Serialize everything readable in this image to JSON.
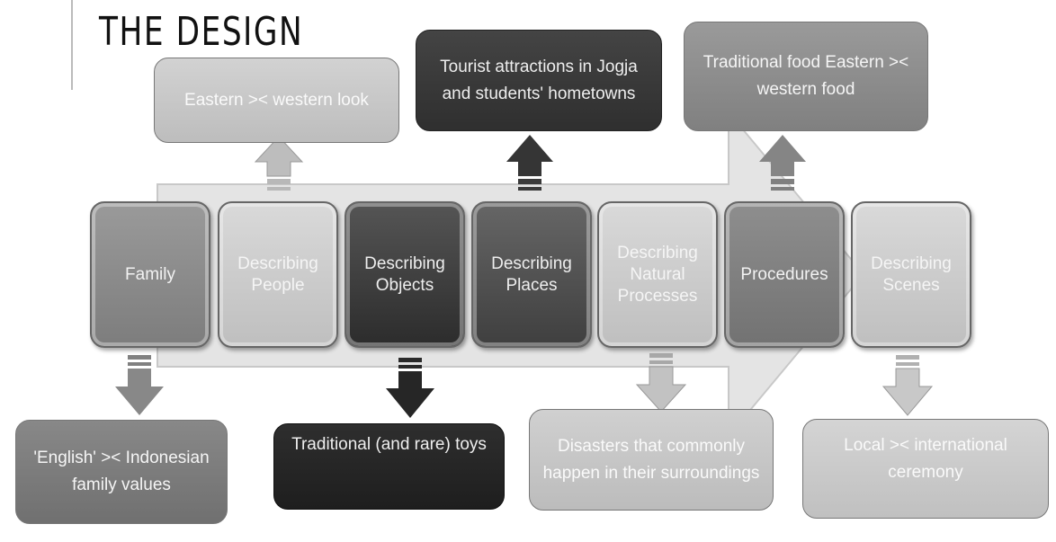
{
  "title": "THE DESIGN",
  "stages": [
    {
      "label": "Family"
    },
    {
      "label": "Describing People"
    },
    {
      "label": "Describing Objects"
    },
    {
      "label": "Describing Places"
    },
    {
      "label": "Describing Natural Processes"
    },
    {
      "label": "Procedures"
    },
    {
      "label": "Describing Scenes"
    }
  ],
  "top_notes": {
    "people": "Eastern  >< western look",
    "places": "Tourist attractions in Jogja and students' hometowns",
    "procedures": "Traditional food Eastern >< western food"
  },
  "bottom_notes": {
    "family": "'English' >< Indonesian family values",
    "objects": "Traditional (and rare) toys",
    "natural": "Disasters that commonly happen in their surroundings",
    "scenes": "Local >< international ceremony"
  },
  "colors": {
    "dark": "#2c2c2c",
    "mid": "#7d7d7d",
    "light": "#bfbfbf",
    "big_arrow": "#e3e3e3"
  }
}
